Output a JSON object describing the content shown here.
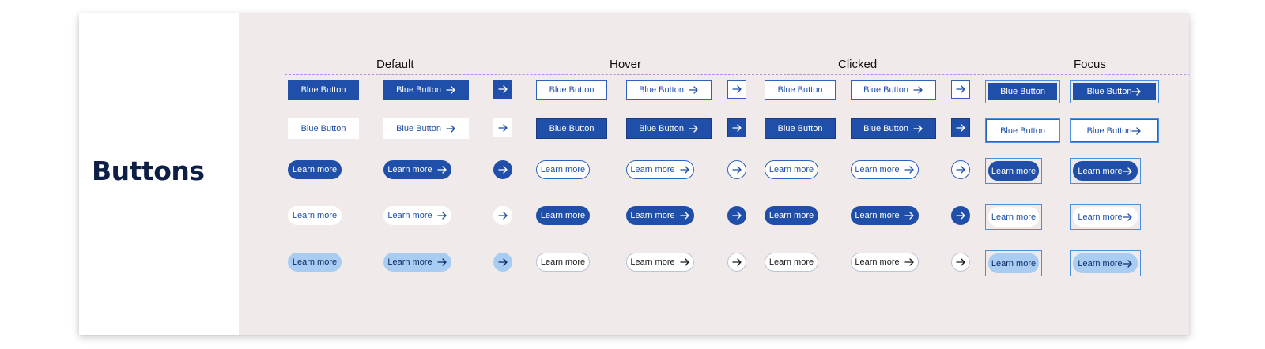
{
  "title": "Buttons",
  "columns": {
    "default": "Default",
    "hover": "Hover",
    "clicked": "Clicked",
    "focus": "Focus"
  },
  "labels": {
    "blue_button": "Blue Button",
    "learn_more": "Learn more"
  },
  "icons": {
    "arrow": "arrow-right-icon"
  },
  "colors": {
    "primary": "#1f4fa8",
    "light": "#a9cdf2",
    "focus_ring": "#4a8fe0",
    "title": "#0d1f45",
    "frame": "#b98be6"
  }
}
